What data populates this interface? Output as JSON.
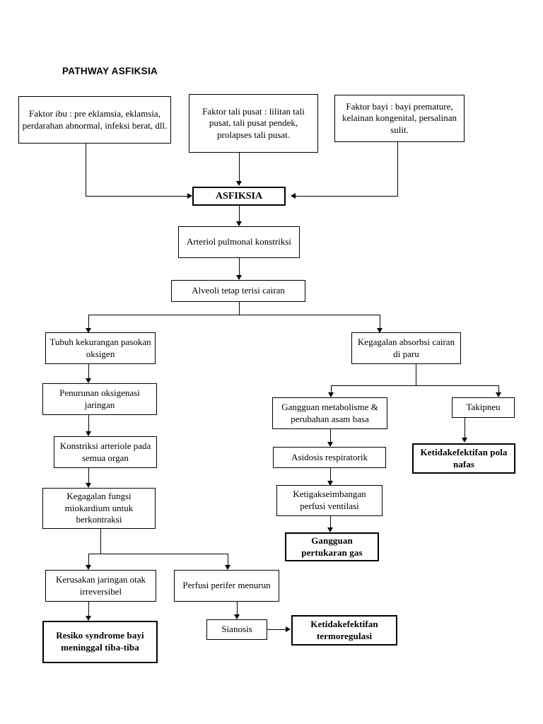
{
  "document": {
    "title": "PATHWAY ASFIKSIA",
    "type": "flowchart",
    "background_color": "#ffffff",
    "line_color": "#000000"
  },
  "nodes": {
    "faktor_ibu": "Faktor ibu : pre eklamsia, eklamsia, perdarahan abnormal, infeksi berat, dll.",
    "faktor_tali_pusat": "Faktor tali pusat : lilitan tali pusat, tali pusat pendek, prolapses tali pusat.",
    "faktor_bayi": "Faktor bayi : bayi premature, kelainan kongenital, persalinan sulit.",
    "asfiksia": "ASFIKSIA",
    "arteriol": "Arteriol pulmonal konstriksi",
    "alveoli": "Alveoli tetap terisi cairan",
    "tubuh_kekurangan": "Tubuh kekurangan pasokan oksigen",
    "penurunan_oksigenasi": "Penurunan oksigenasi jaringan",
    "konstriksi_arteriole": "Konstriksi arteriole pada semua organ",
    "kegagalan_miokardium": "Kegagalan fungsi miokardium untuk berkontraksi",
    "kerusakan_jaringan_otak": "Kerusakan jaringan otak irreversibel",
    "resiko_syndrome": "Resiko syndrome bayi meninggal tiba-tiba",
    "perfusi_perifer": "Perfusi perifer menurun",
    "sianosis": "Sianosis",
    "ketidakefektifan_termoregulasi": "Ketidakefektifan termoregulasi",
    "kegagalan_absorbsi": "Kegagalan absorbsi cairan di paru",
    "gangguan_metabolisme": "Gangguan metabolisme & perubahan asam basa",
    "asidosis": "Asidosis respiratorik",
    "ketigakseimbangan": "Ketigakseimbangan perfusi ventilasi",
    "gangguan_pertukaran_gas": "Gangguan pertukaran gas",
    "takipneu": "Takipneu",
    "ketidakefektifan_pola_nafas": "Ketidakefektifan pola nafas"
  }
}
